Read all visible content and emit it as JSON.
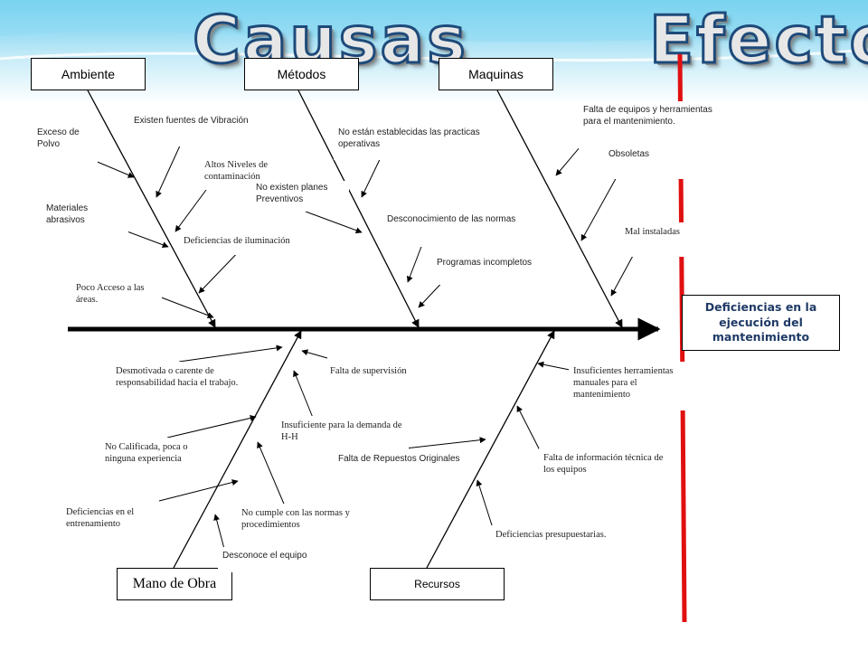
{
  "titles": {
    "causes": "Causas",
    "effect": "Efecto"
  },
  "categories": {
    "ambiente": "Ambiente",
    "metodos": "Métodos",
    "maquinas": "Maquinas",
    "mano_de_obra": "Mano de Obra",
    "recursos": "Recursos"
  },
  "effect": "Deficiencias en la ejecución del mantenimiento",
  "causes": {
    "ambiente": [
      "Exceso de Polvo",
      "Existen fuentes de Vibración",
      "Altos Niveles de contaminación",
      "Materiales abrasivos",
      "Deficiencias de iluminación",
      "Poco Acceso a las áreas."
    ],
    "metodos": [
      "No están establecidas las practicas operativas",
      "No existen planes Preventivos",
      "Desconocimiento de las normas",
      "Programas incompletos"
    ],
    "maquinas": [
      "Falta de equipos y herramientas para el mantenimiento.",
      "Obsoletas",
      "Mal instaladas"
    ],
    "mano_de_obra": [
      "Desmotivada o carente de responsabilidad hacia el trabajo.",
      "Falta de supervisión",
      "Insuficiente para la demanda de H-H",
      "No Calificada, poca o ninguna experiencia",
      "Deficiencias en el entrenamiento",
      "No cumple con las normas y procedimientos",
      "Desconoce el equipo"
    ],
    "recursos": [
      "Insuficientes herramientas manuales para el mantenimiento",
      "Falta de Repuestos Originales",
      "Falta de información técnica de los equipos",
      "Deficiencias presupuestarias."
    ]
  },
  "colors": {
    "divider": "#e01010",
    "effect_text": "#1f3a66",
    "title_outline": "#1e4a7a"
  }
}
